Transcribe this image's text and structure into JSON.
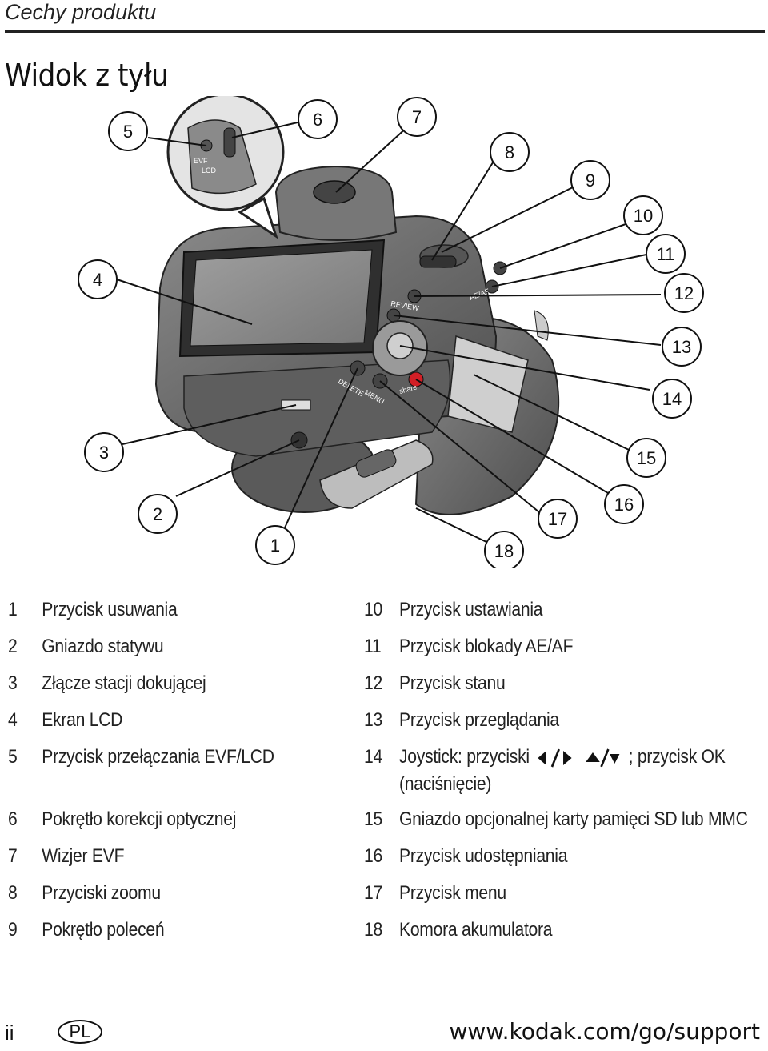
{
  "header": {
    "section": "Cechy produktu",
    "title": "Widok z tyłu"
  },
  "figure": {
    "mode_labels": {
      "evf": "EVF",
      "lcd": "LCD",
      "review": "REVIEW",
      "delete": "DELETE",
      "menu": "MENU",
      "share": "share",
      "aeaf": "AE/AF"
    },
    "callouts": [
      "1",
      "2",
      "3",
      "4",
      "5",
      "6",
      "7",
      "8",
      "9",
      "10",
      "11",
      "12",
      "13",
      "14",
      "15",
      "16",
      "17",
      "18"
    ]
  },
  "legend": {
    "left": [
      {
        "num": "1",
        "text": "Przycisk usuwania"
      },
      {
        "num": "2",
        "text": "Gniazdo statywu"
      },
      {
        "num": "3",
        "text": "Złącze stacji dokującej"
      },
      {
        "num": "4",
        "text": "Ekran LCD"
      },
      {
        "num": "5",
        "text": "Przycisk przełączania EVF/LCD"
      },
      {
        "num": "6",
        "text": "Pokrętło korekcji optycznej"
      },
      {
        "num": "7",
        "text": "Wizjer EVF"
      },
      {
        "num": "8",
        "text": "Przyciski zoomu"
      },
      {
        "num": "9",
        "text": "Pokrętło poleceń"
      }
    ],
    "right": [
      {
        "num": "10",
        "text": "Przycisk ustawiania"
      },
      {
        "num": "11",
        "text": "Przycisk blokady AE/AF"
      },
      {
        "num": "12",
        "text": "Przycisk stanu"
      },
      {
        "num": "13",
        "text": "Przycisk przeglądania"
      },
      {
        "num": "14",
        "text_a": "Joystick: przyciski",
        "text_b": "; przycisk OK",
        "text_c": "(naciśnięcie)"
      },
      {
        "num": "15",
        "text": "Gniazdo opcjonalnej karty pamięci SD lub MMC"
      },
      {
        "num": "16",
        "text": "Przycisk udostępniania"
      },
      {
        "num": "17",
        "text": "Przycisk menu"
      },
      {
        "num": "18",
        "text": "Komora akumulatora"
      }
    ]
  },
  "footer": {
    "page": "ii",
    "lang": "PL",
    "url": "www.kodak.com/go/support"
  },
  "colors": {
    "share_button": "#d21f26",
    "body_dark": "#6b6b6b",
    "body_light": "#bdbdbd"
  }
}
